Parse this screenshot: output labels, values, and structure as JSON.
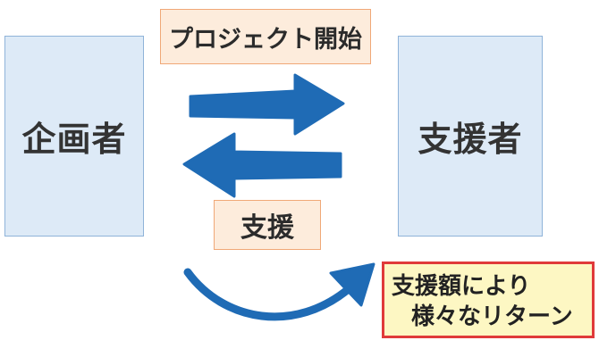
{
  "planner": {
    "label": "企画者"
  },
  "supporter": {
    "label": "支援者"
  },
  "flows": {
    "project_start": "プロジェクト開始",
    "support": "支援"
  },
  "return_note": {
    "line1": "支援額により",
    "line2": "様々なリターン"
  },
  "colors": {
    "arrow": "#1f6bb5",
    "party_fill": "#ddeaf7",
    "label_fill": "#fdecdc",
    "note_fill": "#fdf7c3",
    "note_border": "#e03a3a"
  }
}
